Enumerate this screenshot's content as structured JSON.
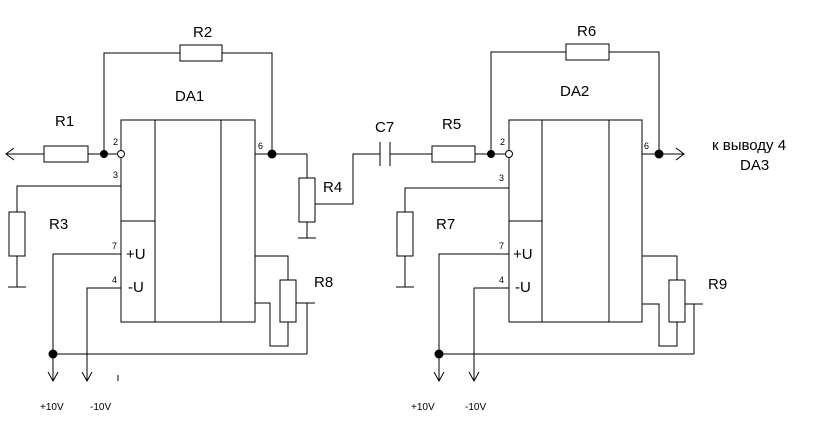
{
  "stage1": {
    "chip_label": "DA1",
    "r1": "R1",
    "r2": "R2",
    "r3": "R3",
    "r4": "R4",
    "r8": "R8",
    "pin_in_neg": "2",
    "pin_in_pos": "3",
    "pin_out": "6",
    "pin_vpos": "7",
    "pin_vneg": "4",
    "vpos_label": "+U",
    "vneg_label": "-U",
    "supply_pos": "+10V",
    "supply_neg": "-10V"
  },
  "coupling": {
    "c7": "C7"
  },
  "stage2": {
    "chip_label": "DA2",
    "r5": "R5",
    "r6": "R6",
    "r7": "R7",
    "r9": "R9",
    "pin_in_neg": "2",
    "pin_in_pos": "3",
    "pin_out": "6",
    "pin_vpos": "7",
    "pin_vneg": "4",
    "vpos_label": "+U",
    "vneg_label": "-U",
    "supply_pos": "+10V",
    "supply_neg": "-10V"
  },
  "output": {
    "line1": "к выводу 4",
    "line2": "DA3"
  }
}
